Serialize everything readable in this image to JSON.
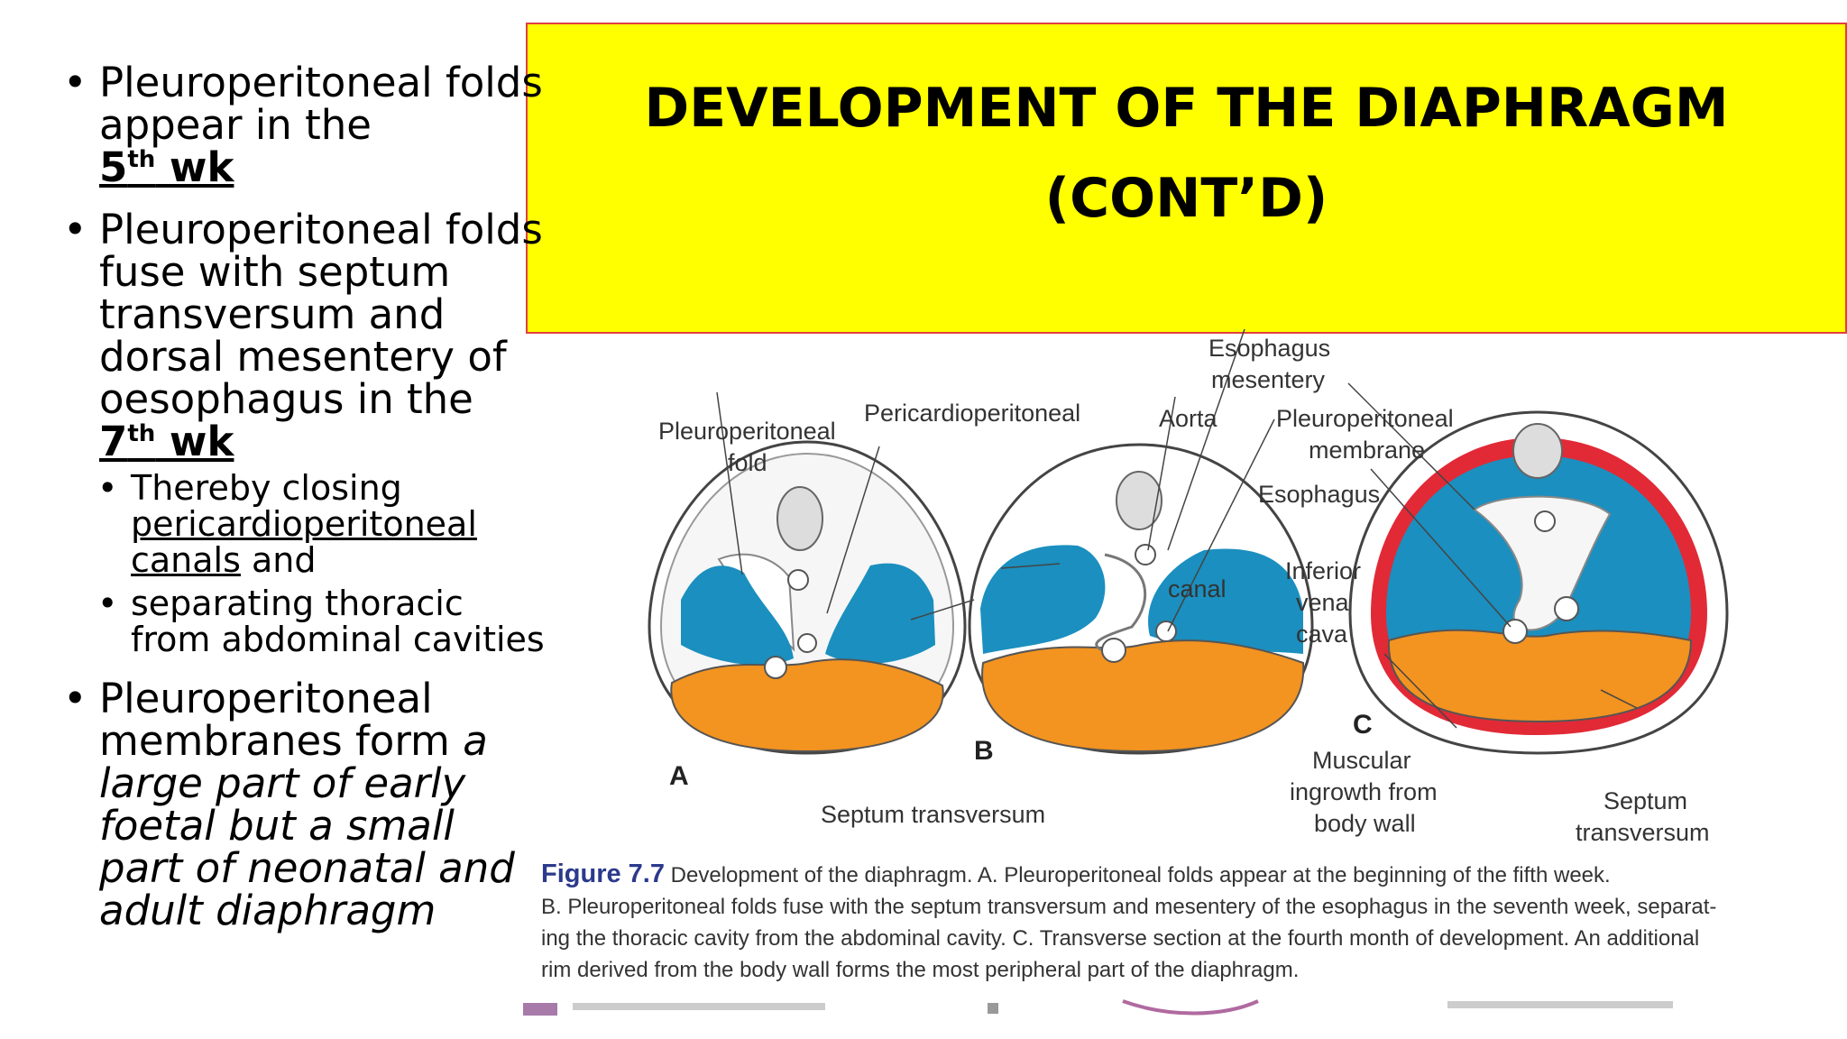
{
  "title": {
    "line1": "DEVELOPMENT OF THE DIAPHRAGM",
    "line2": "(CONT’D)"
  },
  "bullets": {
    "b1_text": "Pleuroperitoneal folds appear in the",
    "b1_week": "5",
    "b1_sup": "th",
    "b1_wk": " wk",
    "b2_text": "Pleuroperitoneal folds fuse with septum transversum and dorsal mesentery of oesophagus in the",
    "b2_week": "7",
    "b2_sup": "th",
    "b2_wk": " wk",
    "sub1_pre": "Thereby closing",
    "sub1_ul": "pericardioperitoneal canals",
    "sub1_post": " and",
    "sub2": "separating thoracic from abdominal cavities",
    "b3_pre": "Pleuroperitoneal membranes form",
    "b3_italic": "a large part of early foetal but a small part of neonatal and adult diaphragm"
  },
  "figure": {
    "labels": {
      "pleuroperitoneal_fold_1": "Pleuroperitoneal",
      "pleuroperitoneal_fold_2": "fold",
      "pericardioperitoneal": "Pericardioperitoneal",
      "canal": "canal",
      "esophagus_mesentery_1": "Esophagus",
      "esophagus_mesentery_2": "mesentery",
      "aorta": "Aorta",
      "pleuroperitoneal_membrane_1": "Pleuroperitoneal",
      "pleuroperitoneal_membrane_2": "membrane",
      "esophagus": "Esophagus",
      "ivc_1": "Inferior",
      "ivc_2": "vena",
      "ivc_3": "cava",
      "septum_transversum": "Septum transversum",
      "muscular_1": "Muscular",
      "muscular_2": "ingrowth from",
      "muscular_3": "body wall",
      "septum_1": "Septum",
      "septum_2": "transversum",
      "panel_a": "A",
      "panel_b": "B",
      "panel_c": "C"
    },
    "caption": {
      "fig_label": "Figure 7.7",
      "line1": " Development of the diaphragm. A. Pleuroperitoneal folds appear at the beginning of the fifth week.",
      "line2": "B. Pleuroperitoneal folds fuse with the septum transversum and mesentery of the esophagus in the seventh week, separat-",
      "line3": "ing the thoracic cavity from the abdominal cavity. C. Transverse section at the fourth month of development. An additional",
      "line4": "rim derived from the body wall forms the most peripheral part of the diaphragm."
    },
    "colors": {
      "blue": "#1b8fbf",
      "orange": "#f39320",
      "red": "#e12a36",
      "title_bg": "#ffff00"
    }
  }
}
